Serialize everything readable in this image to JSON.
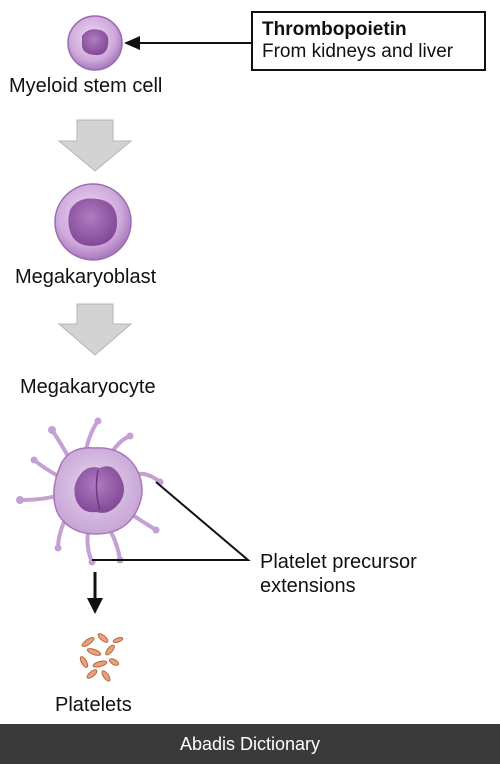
{
  "callout": {
    "title": "Thrombopoietin",
    "subtitle": "From kidneys and liver"
  },
  "stages": {
    "myeloid": "Myeloid stem cell",
    "megakaryoblast": "Megakaryoblast",
    "megakaryocyte": "Megakaryocyte",
    "platelets": "Platelets"
  },
  "annotation": {
    "line1": "Platelet precursor",
    "line2": "extensions"
  },
  "footer": "Abadis Dictionary",
  "colors": {
    "cell_fill": "#c9a3d6",
    "nucleus": "#8a4e9c",
    "flow_arrow": "#d3d3d3",
    "platelet": "#d9956f",
    "footer_bg": "#3a3a3a"
  }
}
